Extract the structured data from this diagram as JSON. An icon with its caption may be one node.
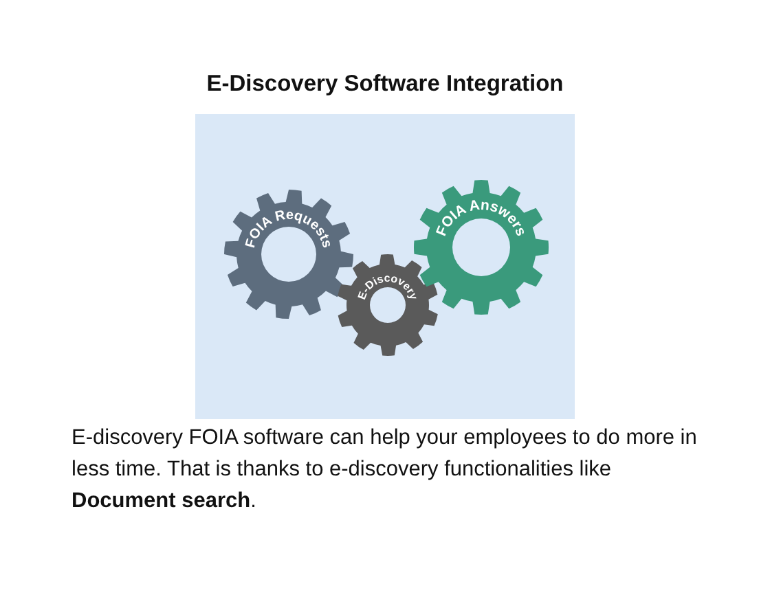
{
  "diagram": {
    "title": "E-Discovery Software Integration",
    "nodes": [
      {
        "text": [
          "FOIA Requests"
        ]
      },
      {
        "text": [
          "E-Discovery"
        ]
      },
      {
        "text": [
          "FOIA Answers"
        ]
      }
    ],
    "edges": [],
    "caption": "E-discovery FOIA software can help your employees to do more in less time. That is thanks to e-discovery functionalities like **Document search**."
  }
}
